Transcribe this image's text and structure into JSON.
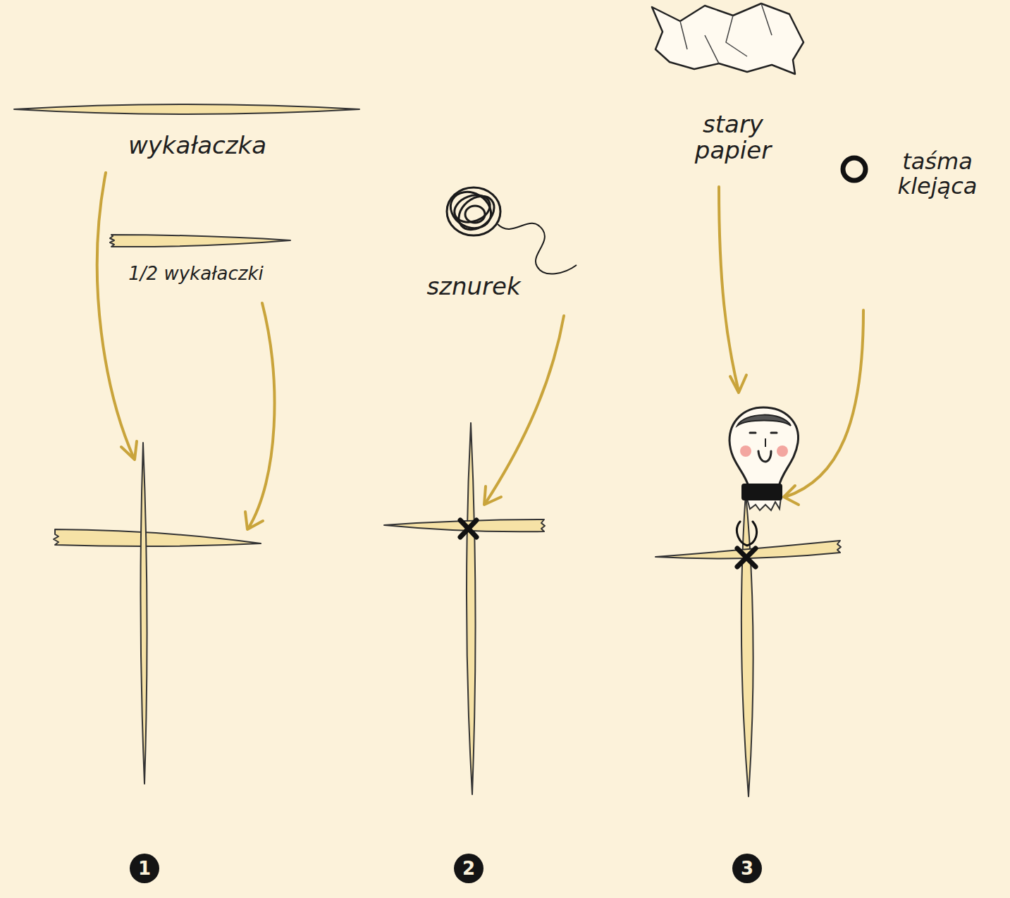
{
  "diagram": {
    "nodes": [
      {
        "text": [
          "1"
        ]
      },
      {
        "text": [
          "2"
        ]
      },
      {
        "text": [
          "3"
        ]
      }
    ],
    "labels": [
      "wykałaczka",
      "1/2 wykałaczki",
      "sznurek",
      "stary papier",
      "taśma klejąca"
    ]
  }
}
